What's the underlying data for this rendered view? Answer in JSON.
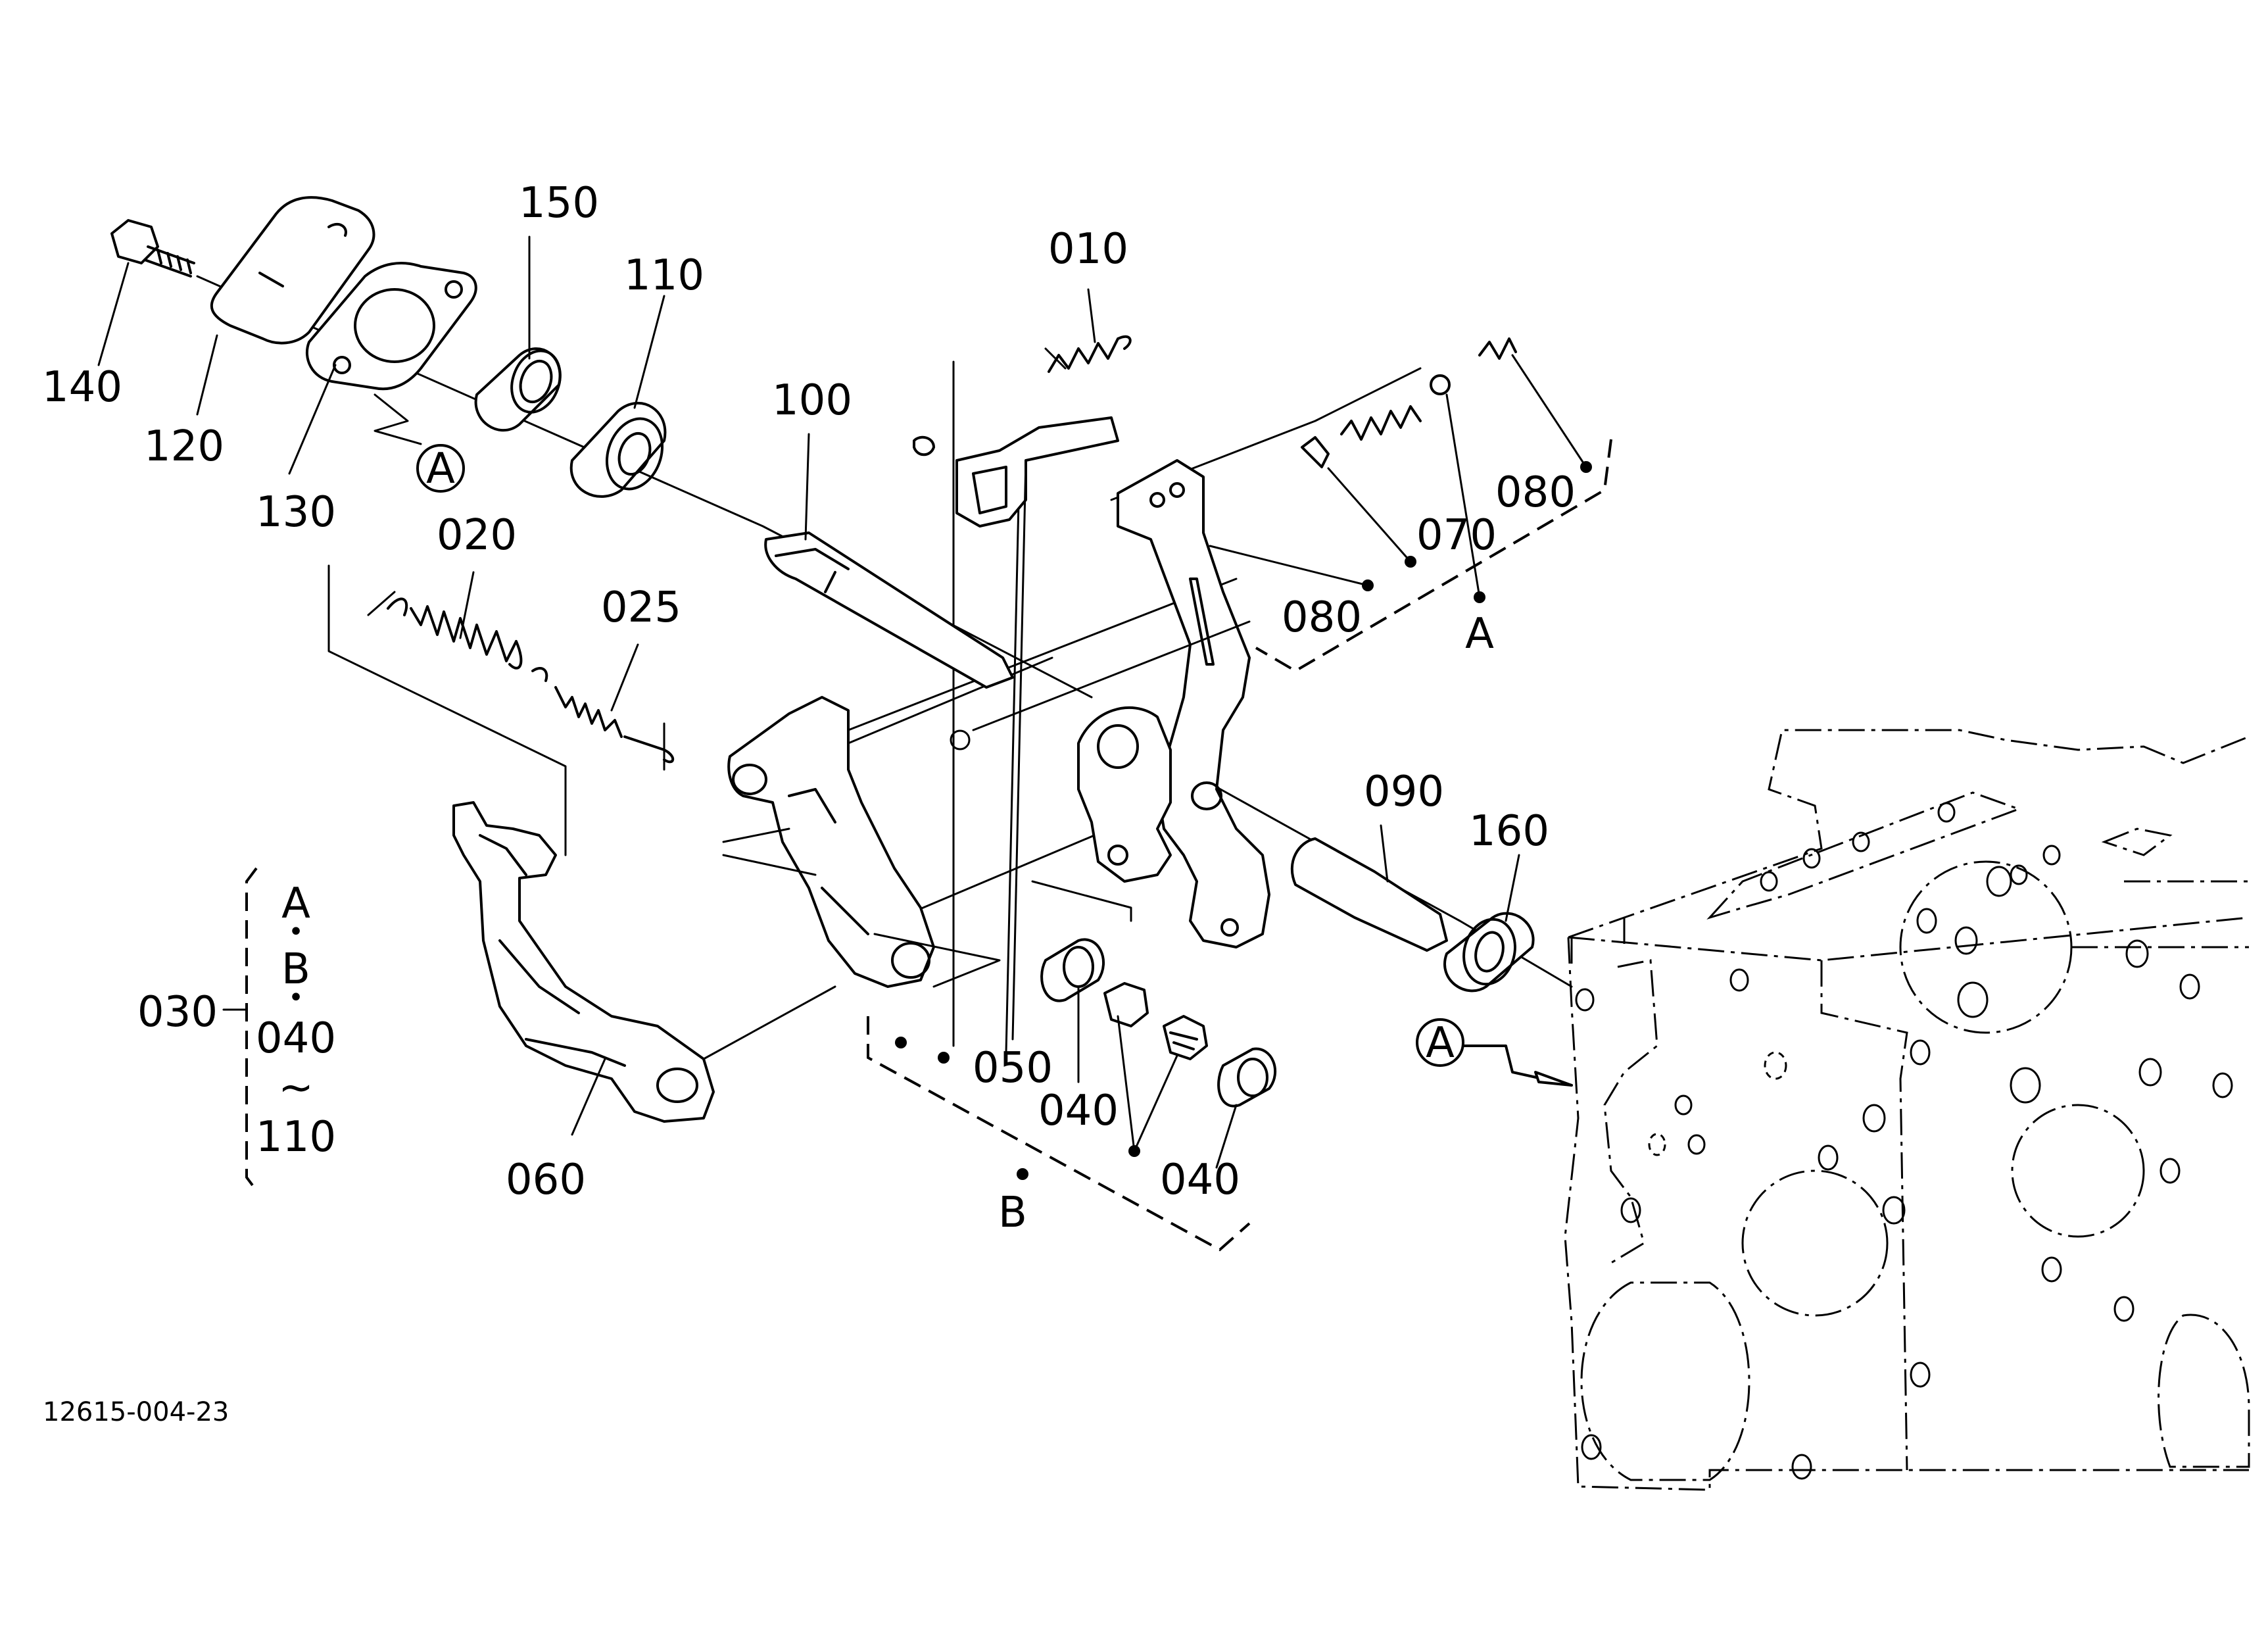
{
  "drawing_number": "12615-004-23",
  "callouts": {
    "c010": "010",
    "c020": "020",
    "c025": "025",
    "c030": "030",
    "c040a": "040",
    "c040b": "040",
    "c050": "050",
    "c060": "060",
    "c070": "070",
    "c080a": "080",
    "c080b": "080",
    "c090": "090",
    "c100": "100",
    "c110": "110",
    "c120": "120",
    "c130": "130",
    "c140": "140",
    "c150": "150",
    "c160": "160"
  },
  "group_refs": {
    "ref_a_left": "A",
    "ref_a_right": "A",
    "group_a_label": "A",
    "group_b_label": "B"
  },
  "set_030_contents": [
    "A",
    "B",
    "040",
    "~",
    "110"
  ],
  "set_separator": "•"
}
